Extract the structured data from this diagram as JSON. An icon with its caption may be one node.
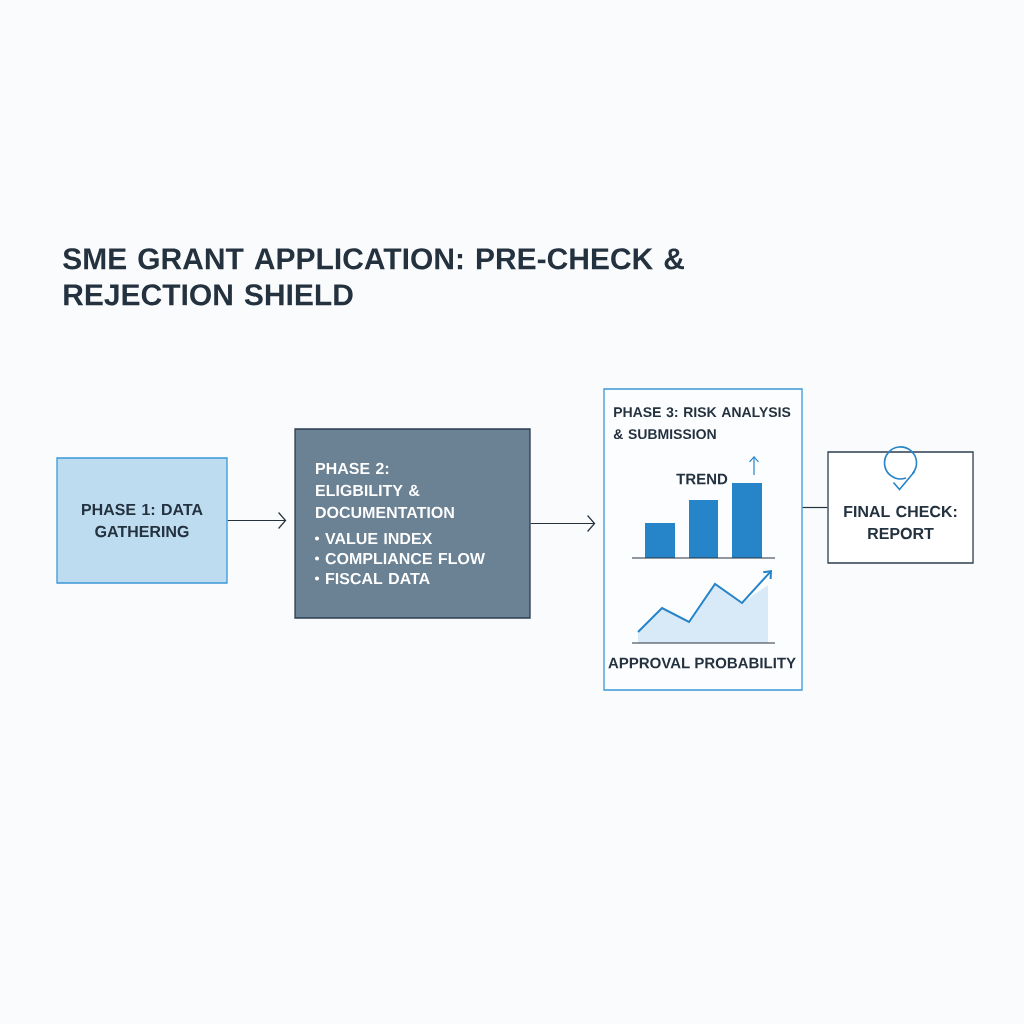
{
  "diagram": {
    "title": "SME GRANT APPLICATION: PRE-CHECK & REJECTION SHIELD",
    "nodes": [
      {
        "text": [
          "PHASE 1: DATA GATHERING"
        ]
      },
      {
        "text": [
          "PHASE 2: ELIGBILITY & DOCUMENTATION",
          "VALUE INDEX",
          "COMPLIANCE FLOW",
          "FISCAL DATA"
        ]
      },
      {
        "text": [
          "PHASE 3: RISK ANALYSIS & SUBMISSION",
          "TREND",
          "APPROVAL PROBABILITY"
        ]
      },
      {
        "text": [
          "FINAL CHECK: REPORT"
        ]
      }
    ],
    "edges": [
      {
        "from": 0,
        "to": 1,
        "arrow": "to"
      },
      {
        "from": 1,
        "to": 2,
        "arrow": "to"
      },
      {
        "from": 2,
        "to": 3,
        "arrow": "none"
      }
    ]
  }
}
